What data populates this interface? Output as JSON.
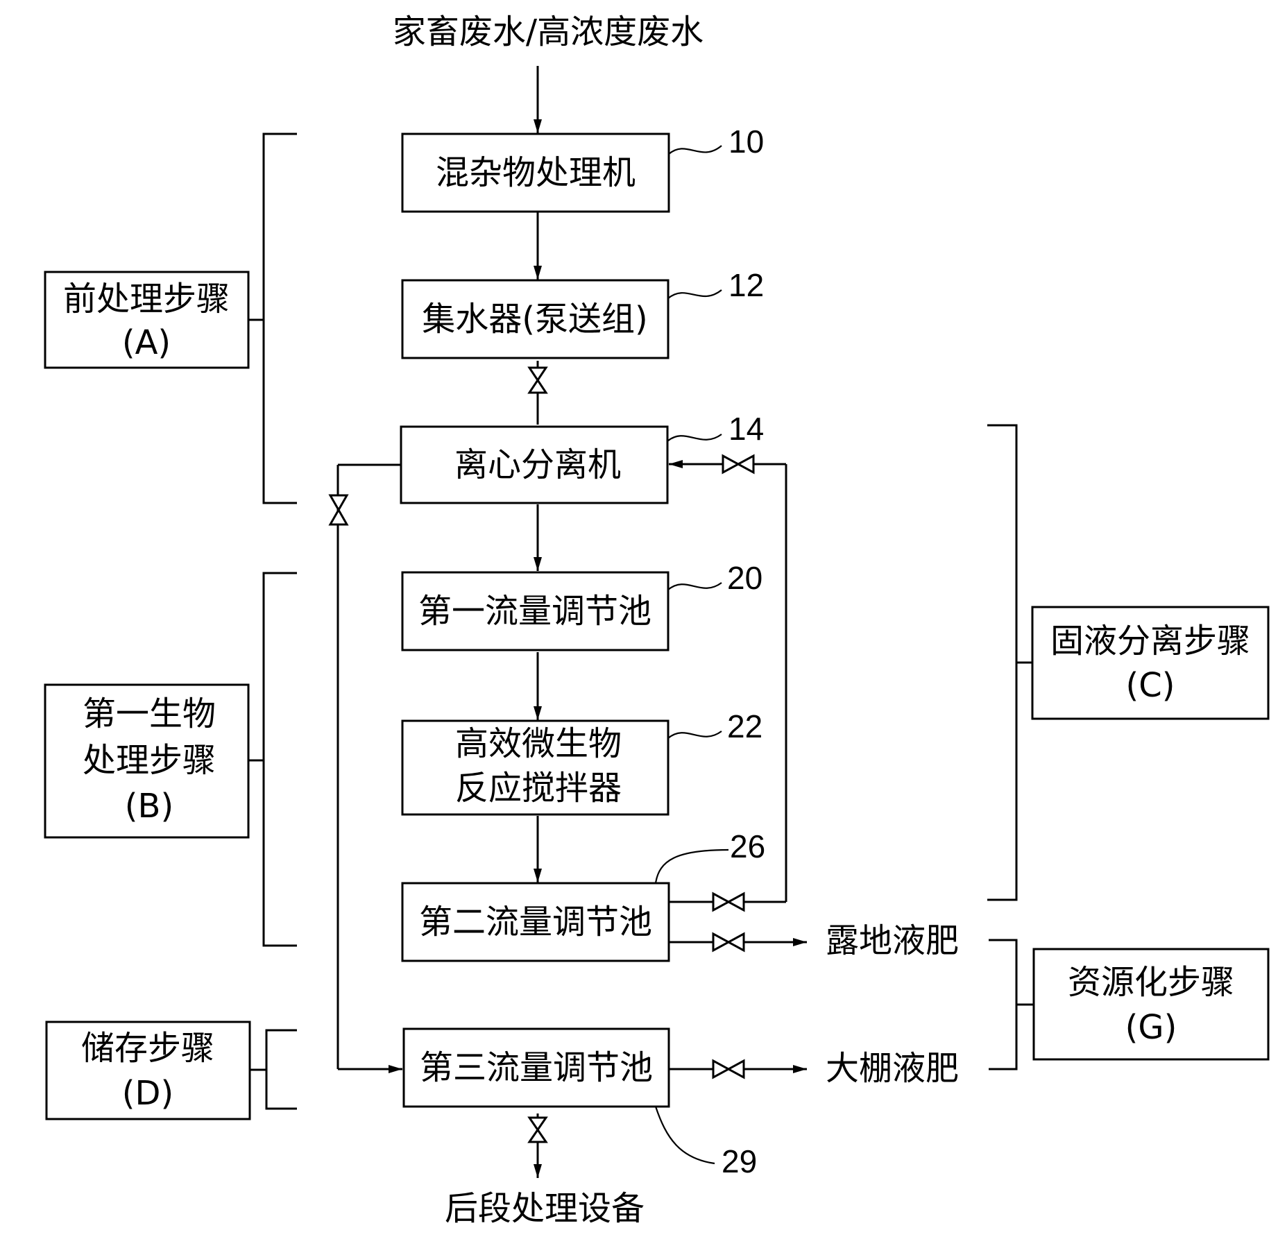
{
  "input_label": "家畜废水/高浓度废水",
  "output_label": "后段处理设备",
  "units": {
    "u10": {
      "label": "混杂物处理机",
      "ref": "10"
    },
    "u12": {
      "label": "集水器(泵送组)",
      "ref": "12"
    },
    "u14": {
      "label": "离心分离机",
      "ref": "14"
    },
    "u20": {
      "label": "第一流量调节池",
      "ref": "20"
    },
    "u22": {
      "line1": "高效微生物",
      "line2": "反应搅拌器",
      "ref": "22"
    },
    "u26": {
      "label": "第二流量调节池",
      "ref": "26"
    },
    "u29": {
      "label": "第三流量调节池",
      "ref": "29"
    }
  },
  "steps": {
    "A": {
      "line1": "前处理步骤",
      "line2": "(A)"
    },
    "B": {
      "line1": "第一生物",
      "line2": "处理步骤",
      "line3": "(B)"
    },
    "C": {
      "line1": "固液分离步骤",
      "line2": "(C)"
    },
    "D": {
      "line1": "储存步骤",
      "line2": "(D)"
    },
    "G": {
      "line1": "资源化步骤",
      "line2": "(G)"
    }
  },
  "products": {
    "open_field": "露地液肥",
    "greenhouse": "大棚液肥"
  }
}
